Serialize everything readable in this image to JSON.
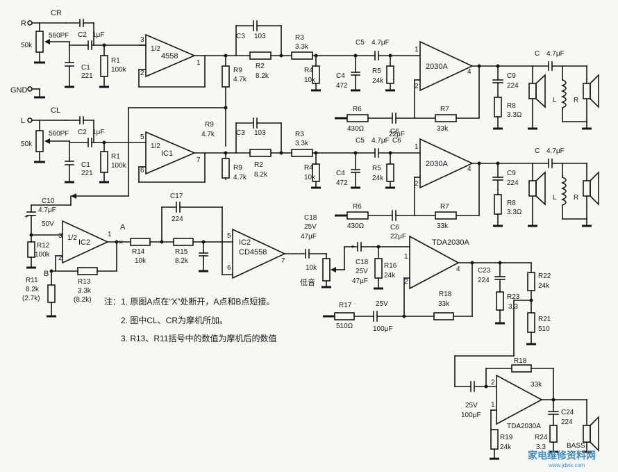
{
  "labels": {
    "in_r": "R",
    "in_l": "L",
    "gnd": "GND",
    "cr": "CR",
    "cl": "CL",
    "c_560pf": "560PF",
    "pot_50k": "50k",
    "c2": "C2",
    "c2_val": "1μF",
    "c1": "C1",
    "c1_val": "221",
    "r1": "R1",
    "r1_val": "100k",
    "ic_4558_frac": "1/2",
    "ic_4558": "4558",
    "ic1_frac": "1/2",
    "ic1": "IC1",
    "pin1": "1",
    "pin2": "2",
    "pin3": "3",
    "pin4": "4",
    "pin5": "5",
    "pin6": "6",
    "pin7": "7",
    "c3": "C3",
    "c3_val": "103",
    "r2": "R2",
    "r2_val": "8.2k",
    "r9": "R9",
    "r9_val": "4.7k",
    "r3": "R3",
    "r3_val": "3.3k",
    "r4": "R4",
    "r4_val": "10k",
    "c4": "C4",
    "c4_val": "472",
    "c5": "C5",
    "c5_val": "4.7μF",
    "r5": "R5",
    "r5_val": "24k",
    "amp_2030a": "2030A",
    "r6": "R6",
    "r6_val": "430Ω",
    "c6": "C6",
    "c6_val": "22μF",
    "r7": "R7",
    "r7_val": "33k",
    "c9": "C9",
    "c9_val": "224",
    "r8": "R8",
    "r8_val": "3.3Ω",
    "c_out": "C",
    "c_out_val": "4.7μF",
    "coil_l": "L",
    "spk_r": "R",
    "c10": "C10",
    "c10_val": "4.7μF",
    "c10_v": "50V",
    "r12": "R12",
    "r12_val": "100k",
    "ic2": "IC2",
    "ic2_frac": "1/2",
    "point_a": "A",
    "point_b": "B",
    "cross": "×",
    "r11": "R11",
    "r11_val": "8.2k",
    "r11_mod": "(2.7k)",
    "r13": "R13",
    "r13_val": "3.3k",
    "r13_mod": "(8.2k)",
    "r14": "R14",
    "r14_val": "10k",
    "c17": "C17",
    "c17_val": "224",
    "r15": "R15",
    "r15_val": "8.2k",
    "ic2_cd": "IC2",
    "cd4558": "CD4558",
    "c18": "C18",
    "c18_v": "25V",
    "c18_val": "47μF",
    "pot_10k": "10k",
    "bass_cn": "低音",
    "c18b": "C18",
    "c18b_v": "25V",
    "c18b_val": "47μF",
    "r16": "R16",
    "r16_val": "24k",
    "tda2030a": "TDA2030A",
    "r17": "R17",
    "r17_val": "510Ω",
    "c_25v": "25V",
    "c_100uf": "100μF",
    "r18": "R18",
    "r18_val": "33k",
    "c23": "C23",
    "c23_val": "224",
    "r23": "R23",
    "r23_val": "3.3",
    "r22": "R22",
    "r22_val": "24k",
    "r21": "R21",
    "r21_val": "510",
    "c24": "C24",
    "c24_val": "224",
    "r19": "R19",
    "r19_val": "24k",
    "r24": "R24",
    "r24_val": "3.3",
    "bass": "BASS",
    "plus": "+"
  },
  "notes": [
    "注：1. 原图A点在“X”处断开，A点和B点短接。",
    "2. 图中CL、CR为摩机所加。",
    "3. R13、R11括号中的数值为摩机后的数值"
  ],
  "watermark": {
    "name": "家电维修资料网",
    "url": "www.jdwx.com"
  }
}
